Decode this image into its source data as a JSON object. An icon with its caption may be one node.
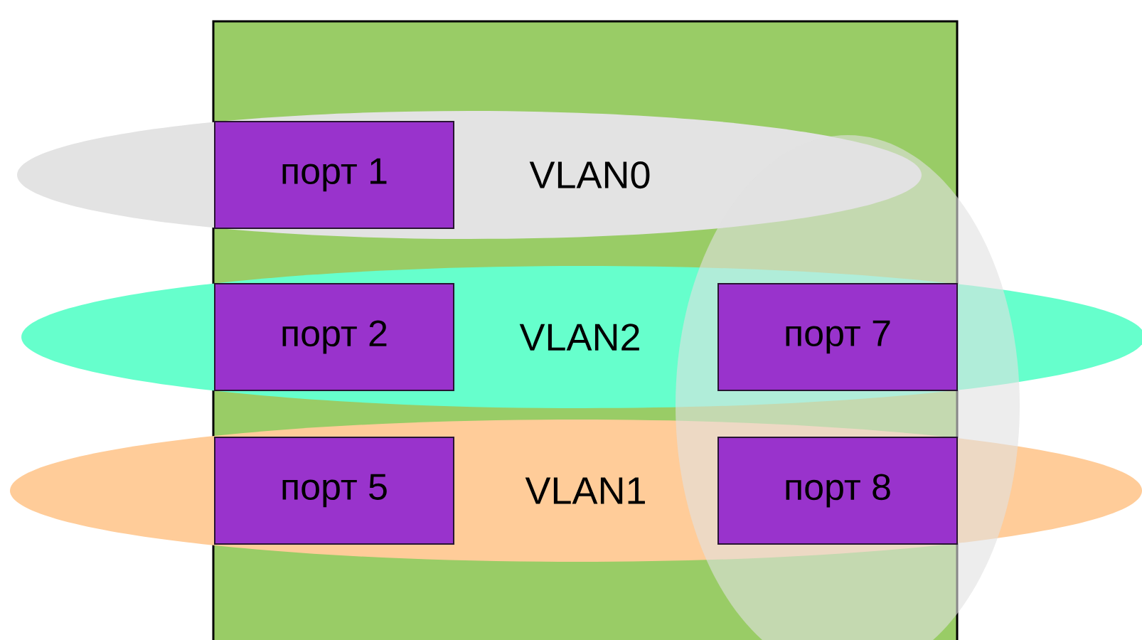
{
  "diagram": {
    "nodes": [
      {
        "text": [
          "VLAN0"
        ]
      },
      {
        "text": [
          "VLAN2"
        ]
      },
      {
        "text": [
          "VLAN1"
        ]
      },
      {
        "text": [
          "порт 1"
        ],
        "in": 0
      },
      {
        "text": [
          "порт 2"
        ],
        "in": 1
      },
      {
        "text": [
          "порт 7"
        ],
        "in": 1
      },
      {
        "text": [
          "порт 5"
        ],
        "in": 2
      },
      {
        "text": [
          "порт 8"
        ],
        "in": 2
      }
    ]
  }
}
